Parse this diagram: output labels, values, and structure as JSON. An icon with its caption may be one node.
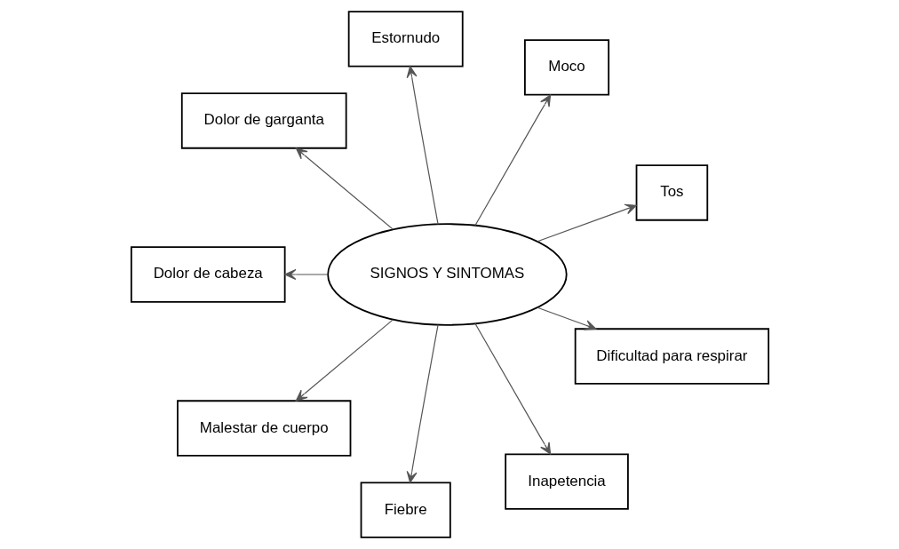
{
  "diagram": {
    "nodes": [
      {
        "text": [
          "SIGNOS Y SINTOMAS"
        ]
      },
      {
        "text": [
          "Tos"
        ]
      },
      {
        "text": [
          "Moco"
        ]
      },
      {
        "text": [
          "Estornudo"
        ]
      },
      {
        "text": [
          "Dolor de garganta"
        ]
      },
      {
        "text": [
          "Dolor de cabeza"
        ]
      },
      {
        "text": [
          "Malestar de cuerpo"
        ]
      },
      {
        "text": [
          "Fiebre"
        ]
      },
      {
        "text": [
          "Inapetencia"
        ]
      },
      {
        "text": [
          "Dificultad para respirar"
        ]
      }
    ],
    "edges": [
      {
        "from": 0,
        "to": 1,
        "arrow": "to"
      },
      {
        "from": 0,
        "to": 2,
        "arrow": "to"
      },
      {
        "from": 0,
        "to": 3,
        "arrow": "to"
      },
      {
        "from": 0,
        "to": 4,
        "arrow": "to"
      },
      {
        "from": 0,
        "to": 5,
        "arrow": "to"
      },
      {
        "from": 0,
        "to": 6,
        "arrow": "to"
      },
      {
        "from": 0,
        "to": 7,
        "arrow": "to"
      },
      {
        "from": 0,
        "to": 8,
        "arrow": "to"
      },
      {
        "from": 0,
        "to": 9,
        "arrow": "to"
      }
    ]
  }
}
